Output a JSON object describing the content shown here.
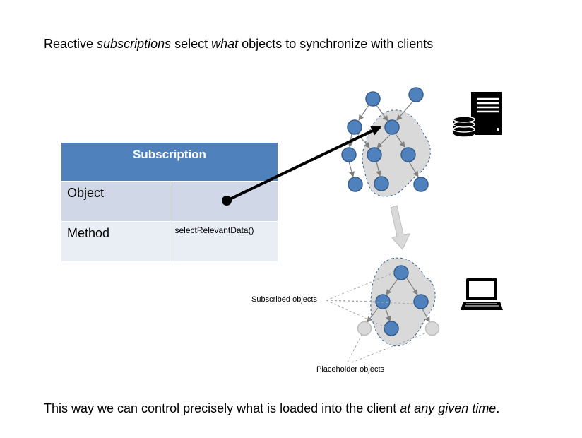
{
  "heading": {
    "part1": "Reactive ",
    "part2": "subscriptions",
    "part3": " select ",
    "part4": "what",
    "part5": " objects to synchronize with clients"
  },
  "subscription_table": {
    "title": "Subscription",
    "rows": [
      {
        "label": "Object",
        "value": ""
      },
      {
        "label": "Method",
        "value": "selectRelevantData()"
      }
    ]
  },
  "labels": {
    "subscribed": "Subscribed objects",
    "placeholder": "Placeholder objects"
  },
  "footer": {
    "part1": "This way we can control precisely what is loaded into the client ",
    "part2": "at any given time",
    "part3": "."
  },
  "colors": {
    "node": "#4f81bd",
    "node_border": "#385d8a",
    "placeholder_node": "#d9d9d9",
    "highlight_region": "#d9d9d9",
    "header": "#4f81bd"
  },
  "icons": [
    "server-database-icon",
    "laptop-icon",
    "down-arrow-icon"
  ]
}
